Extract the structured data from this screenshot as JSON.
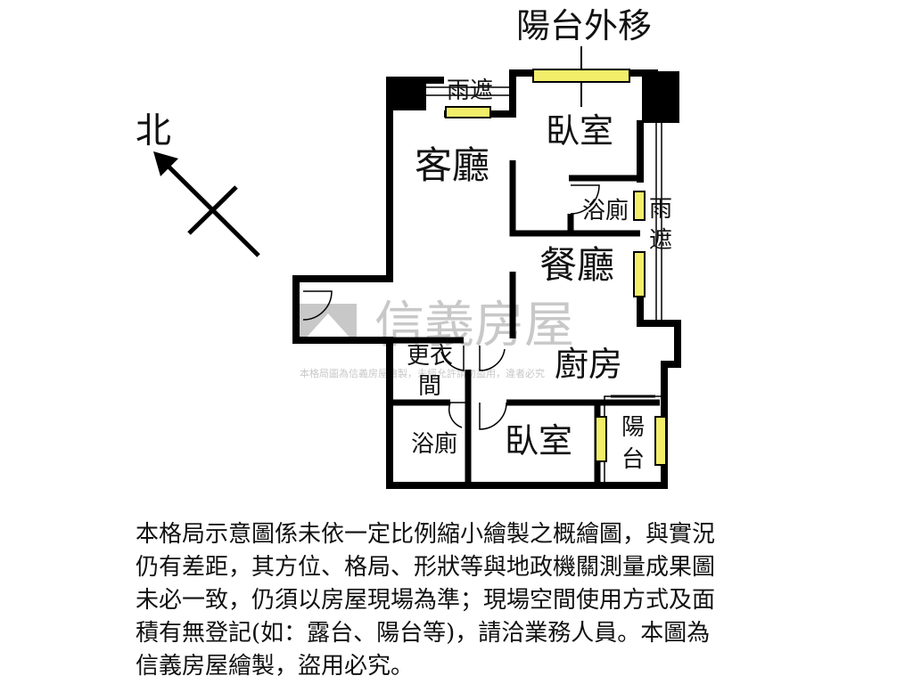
{
  "title": "陽台外移",
  "compass": {
    "label": "北"
  },
  "rooms": {
    "living_room": "客廳",
    "bedroom_north": "臥室",
    "bath_north": "浴廁",
    "dining": "餐廳",
    "kitchen": "廚房",
    "closet_line1": "更衣",
    "closet_line2": "間",
    "bath_south": "浴廁",
    "bedroom_south": "臥室",
    "balcony_line1": "陽",
    "balcony_line2": "台",
    "awning_top": "雨遮",
    "awning_side_line1": "雨",
    "awning_side_line2": "遮"
  },
  "watermark": {
    "brand": "信義房屋",
    "notice": "本格局圖為信義房屋繪製，未經允許請勿盜用，違者必究"
  },
  "disclaimer_lines": [
    "本格局示意圖係未依一定比例縮小繪製之概繪圖，與實況",
    "仍有差距，其方位、格局、形狀等與地政機關測量成果圖",
    "未必一致，仍須以房屋現場為準；現場空間使用方式及面",
    "積有無登記(如：露台、陽台等)，請洽業務人員。本圖為",
    "信義房屋繪製，盜用必究。"
  ],
  "colors": {
    "wall": "#000000",
    "window": "#f2ee6a",
    "watermark": "#c8c8c8"
  }
}
